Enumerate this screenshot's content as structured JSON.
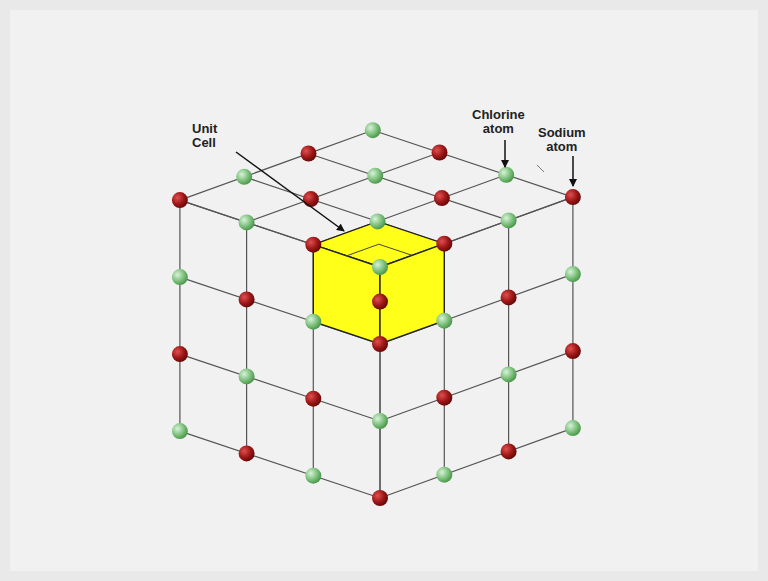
{
  "diagram": {
    "labels": [
      "Unit Cell",
      "Chlorine atom",
      "Sodium atom"
    ]
  }
}
